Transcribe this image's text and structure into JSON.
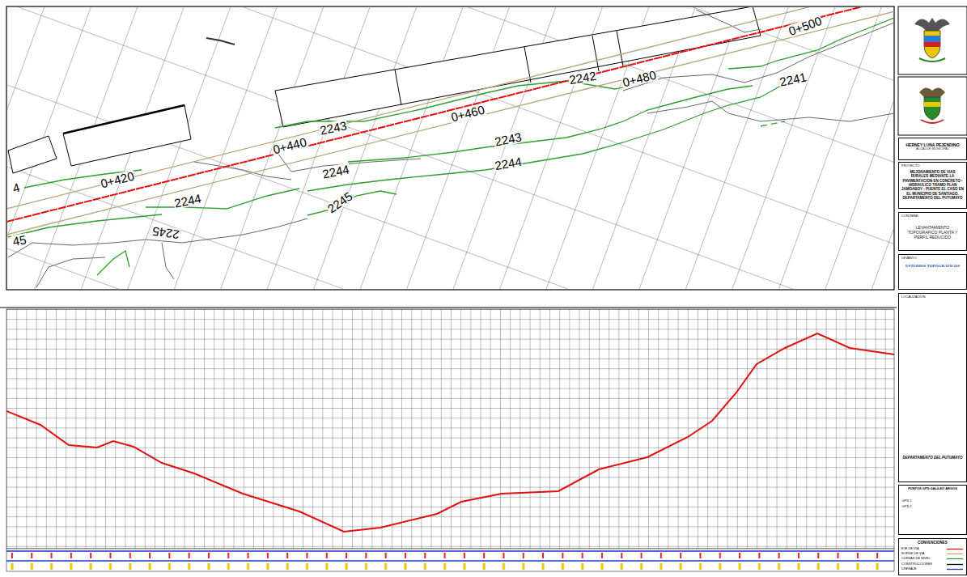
{
  "diagram": {
    "nodes": [
      {
        "text": [
          "HERNEY LUNA PEJENDINO",
          "ALCALDE MUNICIPAL"
        ]
      },
      {
        "text": [
          "PROYECTO:",
          "MEJORAMIENTO DE VIAS RURALES MEDIANTE LA PAVIMENTACION EN CONCRETO - HIDRAULICO TRAMO PLAN JAMOABOY - PUENTE EL CASO EN EL MUNICIPIO DE SANTIAGO, DEPARTAMENTO DEL PUTUMAYO"
        ]
      },
      {
        "text": [
          "CONTIENE:",
          "LEVANTAMIENTO TOPOGRAFICO PLANTA Y PERFIL REDUCIDO"
        ]
      },
      {
        "text": [
          "LEVANTO:",
          "ESTUDIOS TOPOGRAFICOS"
        ]
      },
      {
        "text": [
          "LOCALIZACION:",
          "DEPARTAMENTO DEL PUTUMAYO"
        ]
      },
      {
        "text": [
          "PUNTOS GPS GALILEO ARGOS"
        ]
      },
      {
        "text": [
          "CONVENCIONES"
        ]
      }
    ],
    "labels": [
      "0+420",
      "0+440",
      "0+460",
      "0+480",
      "0+500",
      "2243",
      "2242",
      "2241",
      "2243",
      "2244",
      "2244",
      "2245",
      "2244",
      "2245",
      "4",
      "45",
      "GPS 1",
      "GPS 2"
    ],
    "legend": [
      {
        "text": "EJE DE VIA"
      },
      {
        "text": "BORDE DE VIA"
      },
      {
        "text": "CURVAS DE NIVEL"
      },
      {
        "text": "CONSTRUCCIONES"
      },
      {
        "text": "DRENAJE"
      }
    ]
  }
}
